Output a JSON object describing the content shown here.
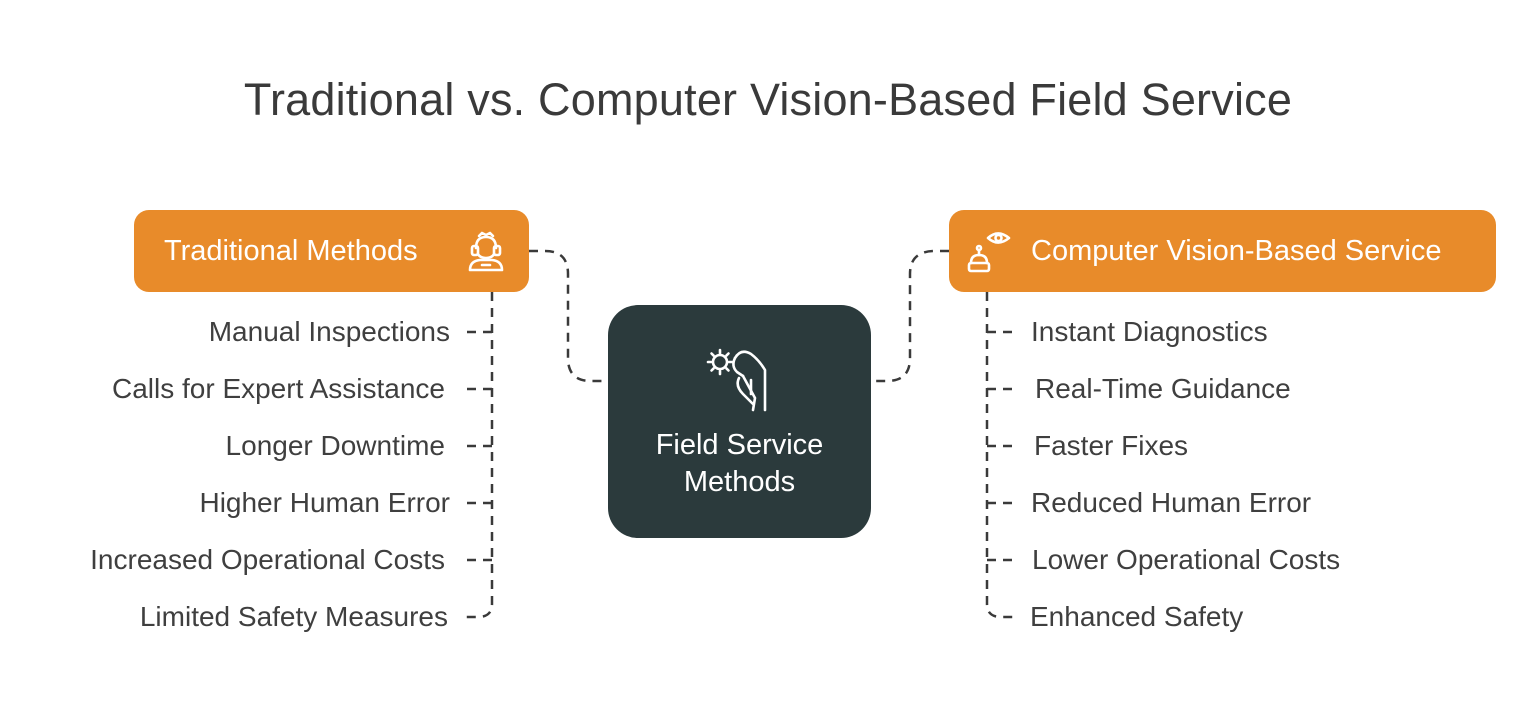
{
  "title": "Traditional vs. Computer Vision-Based Field Service",
  "center": {
    "label_line1": "Field Service",
    "label_line2": "Methods",
    "icon": "hand-gear-icon"
  },
  "left": {
    "heading": "Traditional Methods",
    "icon": "technician-headset-icon",
    "items": [
      "Manual Inspections",
      "Calls for Expert Assistance",
      "Longer Downtime",
      "Higher Human Error",
      "Increased Operational Costs",
      "Limited Safety Measures"
    ]
  },
  "right": {
    "heading": "Computer Vision-Based Service",
    "icon": "robot-eye-icon",
    "items": [
      "Instant Diagnostics",
      "Real-Time Guidance",
      "Faster Fixes",
      "Reduced Human Error",
      "Lower Operational Costs",
      "Enhanced Safety"
    ]
  },
  "colors": {
    "accent": "#e88b2a",
    "center_box": "#2b3a3c",
    "text": "#3f3f3f",
    "connector": "#3a3a3a"
  }
}
